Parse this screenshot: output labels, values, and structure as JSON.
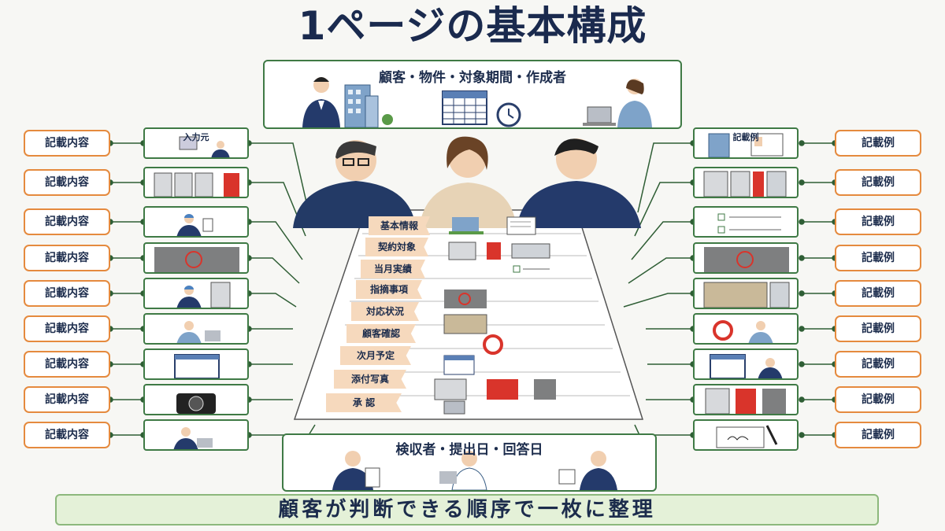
{
  "title": "1ページの基本構成",
  "top_box": {
    "label": "顧客・物件・対象期間・作成者"
  },
  "bottom_box": {
    "label": "検収者・提出日・回答日"
  },
  "footer": "顧客が判断できる順序で一枚に整理",
  "left_panel_header": "入力元",
  "right_panel_header": "記載例",
  "left_pill_label": "記載内容",
  "right_pill_label": "記載例",
  "left_pills": [
    "記載内容",
    "記載内容",
    "記載内容",
    "記載内容",
    "記載内容",
    "記載内容",
    "記載内容",
    "記載内容",
    "記載内容"
  ],
  "right_pills": [
    "記載例",
    "記載例",
    "記載例",
    "記載例",
    "記載例",
    "記載例",
    "記載例",
    "記載例",
    "記載例"
  ],
  "sheet_rows": [
    "基本情報",
    "契約対象",
    "当月実績",
    "指摘事項",
    "対応状況",
    "顧客確認",
    "次月予定",
    "添付写真",
    "承 認"
  ],
  "colors": {
    "navy": "#1a2a4e",
    "green_border": "#3f7a45",
    "orange_border": "#e58a3e",
    "tag": "#f6d9bd",
    "footer_bg": "#e4f1d8",
    "red_accent": "#d9342b"
  }
}
